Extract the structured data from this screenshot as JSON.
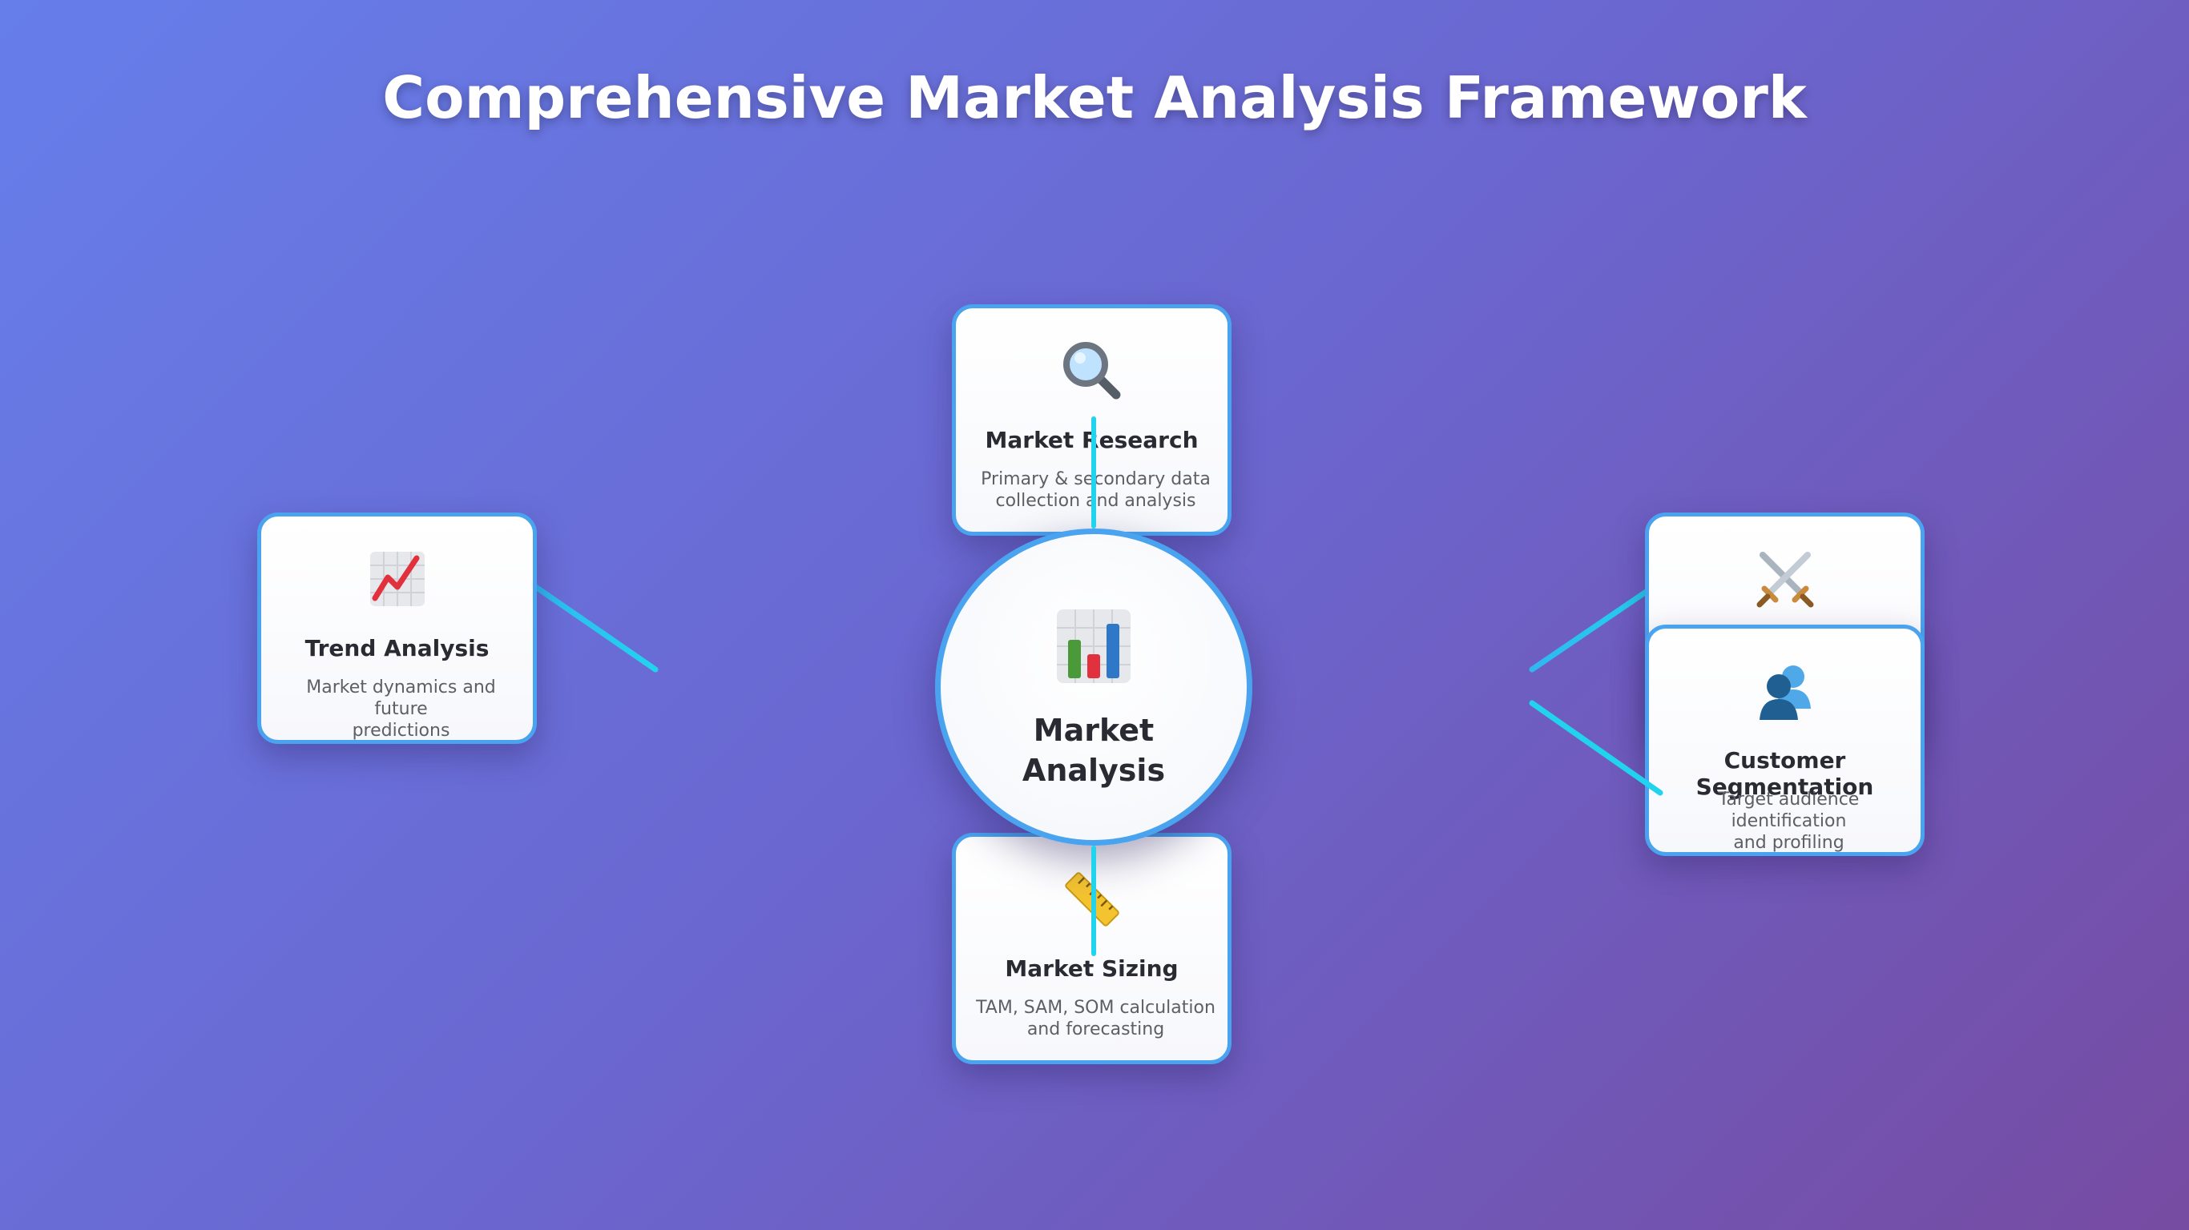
{
  "title": "Comprehensive Market Analysis Framework",
  "hub": {
    "label_line1": "Market",
    "label_line2": "Analysis",
    "icon": "bar-chart-icon"
  },
  "nodes": [
    {
      "id": "market-research",
      "title": "Market Research",
      "desc_line1": "Primary & secondary data",
      "desc_line2": "collection and analysis",
      "icon": "magnifier-icon"
    },
    {
      "id": "trend-analysis",
      "title": "Trend Analysis",
      "desc_line1": "Market dynamics and future",
      "desc_line2": "predictions",
      "icon": "trend-chart-icon"
    },
    {
      "id": "competitive",
      "title": "",
      "desc_line1": "",
      "desc_line2": "",
      "icon": "crossed-swords-icon"
    },
    {
      "id": "customer-segmentation",
      "title": "Customer Segmentation",
      "desc_line1": "Target audience identification",
      "desc_line2": "and profiling",
      "icon": "people-icon"
    },
    {
      "id": "market-sizing",
      "title": "Market Sizing",
      "desc_line1": "TAM, SAM, SOM calculation",
      "desc_line2": "and forecasting",
      "icon": "ruler-icon"
    }
  ],
  "colors": {
    "border": "#4aa3ef",
    "connector": "#22d3ee",
    "background_start": "#667eea",
    "background_end": "#764ba2"
  }
}
